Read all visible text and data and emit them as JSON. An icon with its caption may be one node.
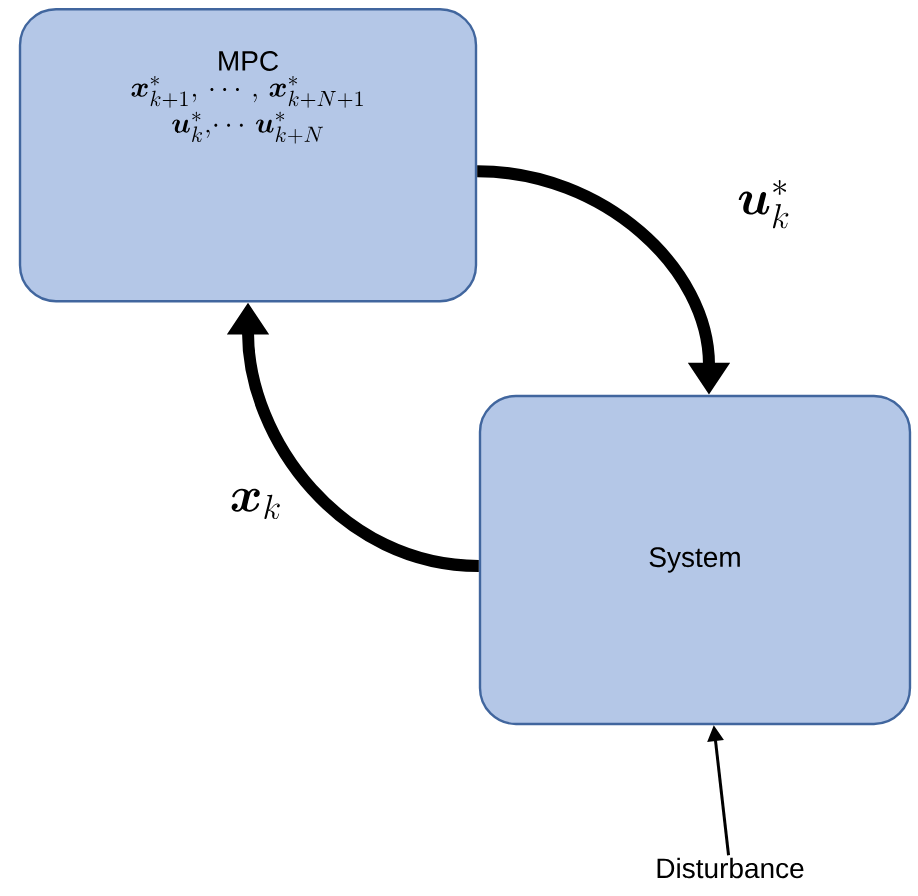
{
  "diagram": {
    "nodes": [
      {
        "text": [
          "MPC",
          "\\boldsymbol{x}^*_{k+1},\\,\\cdots,\\,\\boldsymbol{x}^*_{k+N+1}",
          "\\boldsymbol{u}^*_{k},\\!\\cdots\\,\\boldsymbol{u}^*_{k+N}"
        ]
      },
      {
        "text": [
          "System"
        ]
      },
      {
        "text": [
          "Disturbance"
        ]
      }
    ],
    "edges": [
      {
        "from": 0,
        "to": 1,
        "arrow": "to",
        "label": "\\boldsymbol{u}^*_k"
      },
      {
        "from": 1,
        "to": 0,
        "arrow": "to",
        "label": "\\boldsymbol{x}_k"
      },
      {
        "from": 2,
        "to": 1,
        "arrow": "to"
      }
    ]
  }
}
